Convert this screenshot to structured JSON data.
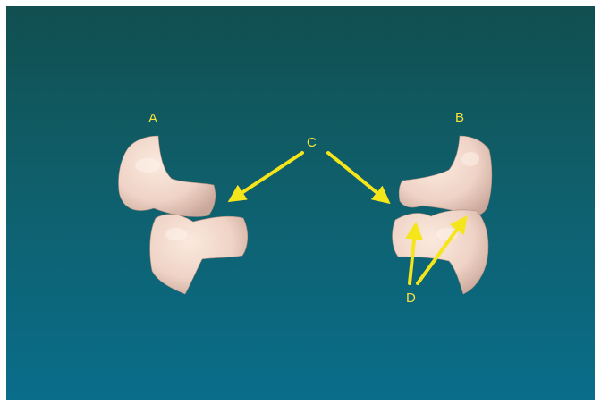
{
  "labels": {
    "a": "A",
    "b": "B",
    "c": "C",
    "d": "D"
  },
  "colors": {
    "background_top": "#114f50",
    "background_bottom": "#0a6d8a",
    "arrow": "#f5e61c",
    "label": "#f5e23c",
    "bone": "#efd3c6"
  }
}
